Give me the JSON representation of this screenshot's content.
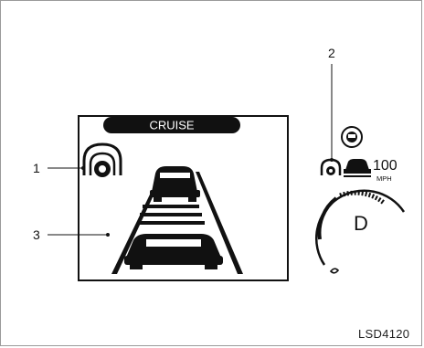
{
  "display": {
    "mode_label": "CRUISE",
    "speed_value": "100",
    "speed_unit": "MPH",
    "gear": "D"
  },
  "callouts": [
    {
      "number": "1"
    },
    {
      "number": "2"
    },
    {
      "number": "3"
    }
  ],
  "reference_code": "LSD4120",
  "colors": {
    "line": "#111111",
    "background": "#ffffff",
    "frame": "#9a9a9a"
  }
}
